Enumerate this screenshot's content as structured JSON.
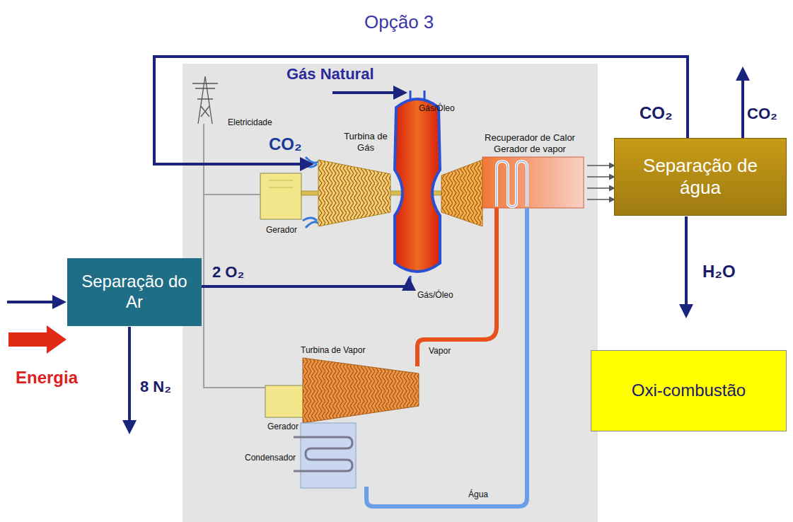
{
  "diagram": {
    "title": "Opção 3",
    "nodes": [
      {
        "text": [
          "Separação do Ar"
        ]
      },
      {
        "text": [
          "Turbina de Gás"
        ]
      },
      {
        "text": [
          "Recuperador de Calor Gerador de vapor"
        ]
      },
      {
        "text": [
          "Separação de água"
        ]
      },
      {
        "text": [
          "Oxi-combustão"
        ]
      }
    ],
    "edges": [
      {
        "from": 0,
        "to": 1,
        "label": "2 O₂",
        "arrow": "to"
      },
      {
        "from": 3,
        "to": 1,
        "label": "CO₂",
        "arrow": "to"
      },
      {
        "from": 2,
        "to": 3,
        "arrow": "to"
      }
    ],
    "labels": [
      "Gás Natural",
      "Eletricidade",
      "Gás/Óleo",
      "Gás/Óleo",
      "Gerador",
      "Gerador",
      "Turbina de Vapor",
      "Vapor",
      "Condensador",
      "Água",
      "CO₂",
      "CO₂",
      "H₂O",
      "Energia",
      "8 N₂"
    ]
  }
}
